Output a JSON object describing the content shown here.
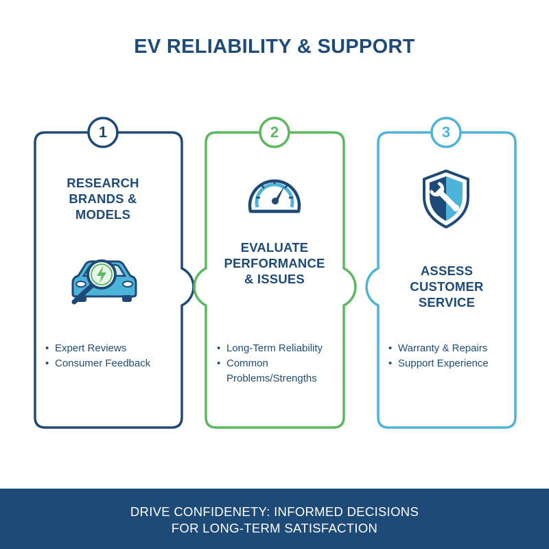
{
  "title": "EV RELIABILITY & SUPPORT",
  "colors": {
    "navy": "#1e4a78",
    "green": "#5cb85c",
    "sky": "#4db3d9"
  },
  "steps": [
    {
      "number": "1",
      "heading_lines": [
        "RESEARCH",
        "BRANDS &",
        "MODELS"
      ],
      "icon": "car-magnifier-icon",
      "bullets": [
        "Expert Reviews",
        "Consumer Feedback"
      ]
    },
    {
      "number": "2",
      "heading_lines": [
        "EVALUATE",
        "PERFORMANCE",
        "& ISSUES"
      ],
      "icon": "speedometer-icon",
      "bullets": [
        "Long-Term Reliability",
        "Common",
        "Problems/Strengths"
      ]
    },
    {
      "number": "3",
      "heading_lines": [
        "ASSESS",
        "CUSTOMER",
        "SERVICE"
      ],
      "icon": "shield-wrench-icon",
      "bullets": [
        "Warranty & Repairs",
        "Support Experience"
      ]
    }
  ],
  "footer": {
    "line1": "DRIVE CONFIDENETY: INFORMED DECISIONS",
    "line2": "FOR LONG-TERM SATISFACTION"
  }
}
